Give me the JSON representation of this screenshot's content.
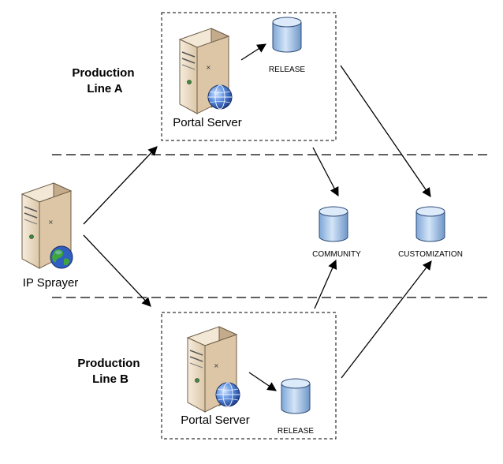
{
  "labels": {
    "production_line_a": [
      "Production",
      "Line A"
    ],
    "production_line_b": [
      "Production",
      "Line B"
    ],
    "ip_sprayer": "IP Sprayer",
    "portal_server_a": "Portal Server",
    "portal_server_b": "Portal Server",
    "release_a": "RELEASE",
    "release_b": "RELEASE",
    "community": "COMMUNITY",
    "customization": "CUSTOMIZATION"
  },
  "icons": {
    "server": "server-icon",
    "globe": "globe-icon",
    "database": "database-icon"
  },
  "colors": {
    "server_body": "#ecdcc4",
    "server_side": "#bca486",
    "db_body": "#a9c8ea",
    "db_top": "#dbe9f8",
    "globe": "#2c5fb8",
    "line": "#000000"
  }
}
